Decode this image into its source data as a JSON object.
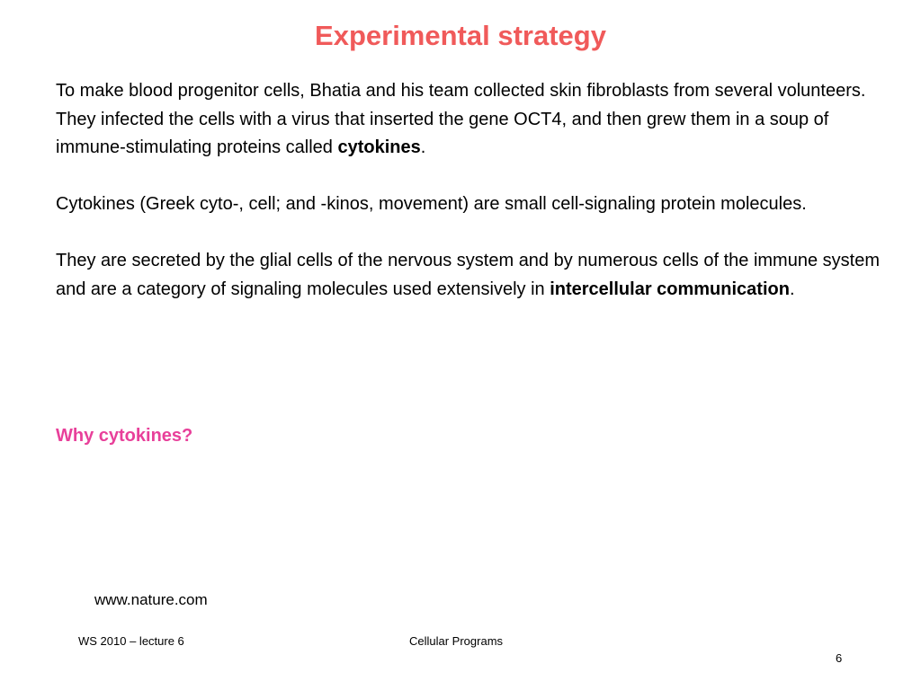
{
  "slide": {
    "title": "Experimental strategy",
    "paragraphs": [
      {
        "before": "To make blood progenitor cells, Bhatia and his team collected skin fibroblasts from several volunteers. They infected the cells with a virus that inserted the gene OCT4, and then grew them in a soup of immune-stimulating proteins called ",
        "bold": "cytokines",
        "after": "."
      },
      {
        "text": "Cytokines (Greek cyto-, cell; and -kinos, movement) are small cell-signaling protein molecules."
      },
      {
        "before": "They are secreted by the glial cells of the nervous system and by numerous cells of the immune system and are a category of signaling molecules used extensively in ",
        "bold": "intercellular communication",
        "after": "."
      }
    ],
    "question": "Why cytokines?",
    "source": "www.nature.com"
  },
  "footer": {
    "left": "WS 2010 – lecture 6",
    "center": "Cellular Programs",
    "page_number": "6"
  },
  "colors": {
    "title": "#f05a5a",
    "question": "#e8409a",
    "text": "#000000",
    "background": "#ffffff"
  }
}
